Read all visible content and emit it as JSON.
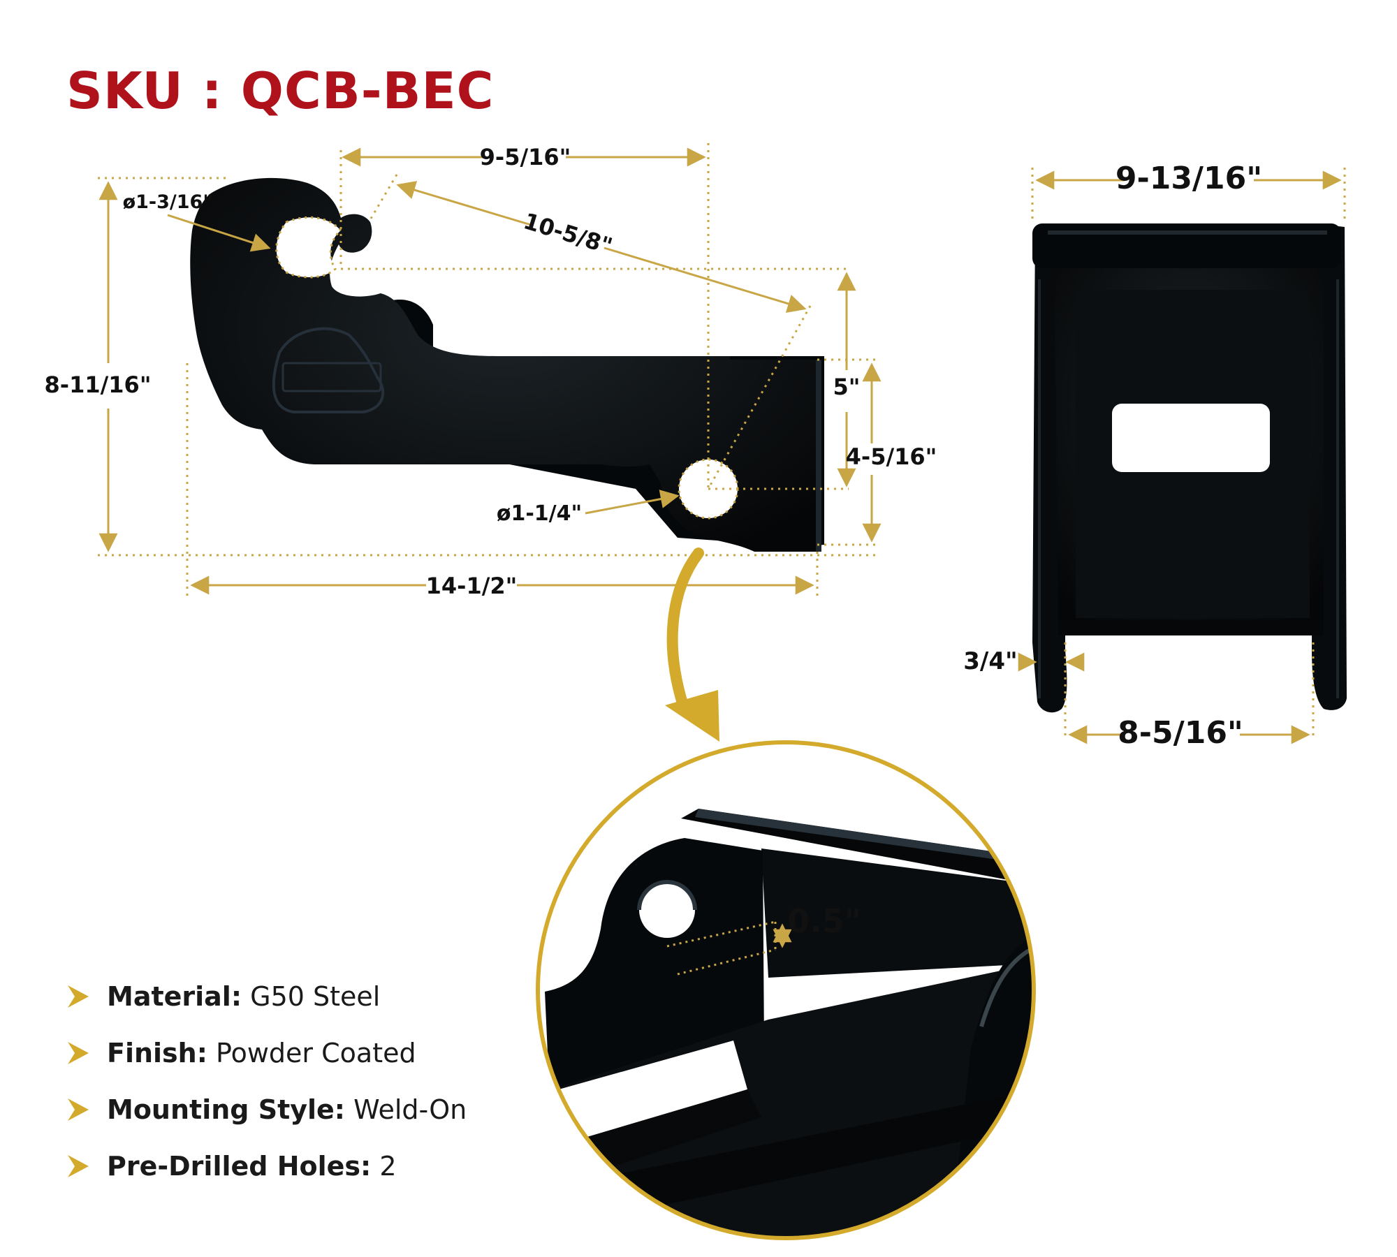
{
  "title": "SKU : QCB-BEC",
  "colors": {
    "title": "#b0121b",
    "dimension_lines": "#c8a646",
    "accent_gold": "#d4aa2c",
    "part": "#0a0d0e"
  },
  "dimensions": {
    "top_width": "9-5/16\"",
    "diagonal": "10-5/8\"",
    "hook_diameter": "ø1-3/16\"",
    "overall_height": "8-11/16\"",
    "rear_height": "5\"",
    "pin_height": "4-5/16\"",
    "pin_diameter": "ø1-1/4\"",
    "overall_length": "14-1/2\"",
    "front_outer_width": "9-13/16\"",
    "plate_thickness": "3/4\"",
    "front_inner_width": "8-5/16\"",
    "detail_thickness": "0.5\""
  },
  "specs": [
    {
      "label": "Material:",
      "value": "G50 Steel"
    },
    {
      "label": "Finish:",
      "value": "Powder Coated"
    },
    {
      "label": "Mounting Style:",
      "value": "Weld-On"
    },
    {
      "label": "Pre-Drilled Holes:",
      "value": "2"
    }
  ]
}
